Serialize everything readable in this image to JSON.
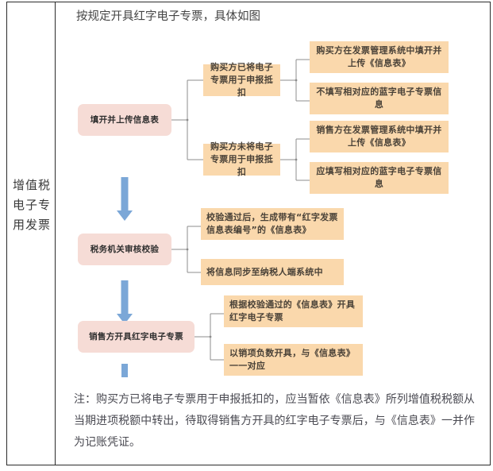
{
  "document": {
    "row_label": "增值税电子专用发票",
    "title": "按规定开具红字电子专票，具体如图",
    "note": "注：购买方已将电子专票用于申报抵扣的，应当暂依《信息表》所列增值税税额从当期进项税额中转出，待取得销售方开具的红字电子专票后，与《信息表》一并作为记账凭证。"
  },
  "diagram": {
    "stages": [
      {
        "id": "stage1",
        "label": "填开并上传信息表"
      },
      {
        "id": "stage2",
        "label": "税务机关审核校验"
      },
      {
        "id": "stage3",
        "label": "销售方开具红字电子专票"
      }
    ],
    "branches": [
      {
        "id": "branch1",
        "label": "购买方已将电子专票用于申报抵扣"
      },
      {
        "id": "branch2",
        "label": "购买方未将电子专票用于申报抵扣"
      }
    ],
    "leaves": [
      {
        "id": "leaf1",
        "label": "购买方在发票管理系统中填开并上传《信息表》"
      },
      {
        "id": "leaf2",
        "label": "不填写相对应的蓝字电子专票信息"
      },
      {
        "id": "leaf3",
        "label": "销售方在发票管理系统中填开并上传《信息表》"
      },
      {
        "id": "leaf4",
        "label": "应填写相对应的蓝字电子专票信息"
      },
      {
        "id": "leaf5",
        "label": "校验通过后，生成带有“红字发票信息表编号”的《信息表》"
      },
      {
        "id": "leaf6",
        "label": "将信息同步至纳税人端系统中"
      },
      {
        "id": "leaf7",
        "label": "根据校验通过的《信息表》开具红字电子专票"
      },
      {
        "id": "leaf8",
        "label": "以销项负数开具，与《信息表》一一对应"
      }
    ],
    "colors": {
      "stage_box": "#f6dcd6",
      "branch_box": "#fad8ac",
      "leaf_box": "#fad8ac",
      "arrow": "#7ba7d7",
      "connector_line": "#8c8c8c"
    }
  }
}
